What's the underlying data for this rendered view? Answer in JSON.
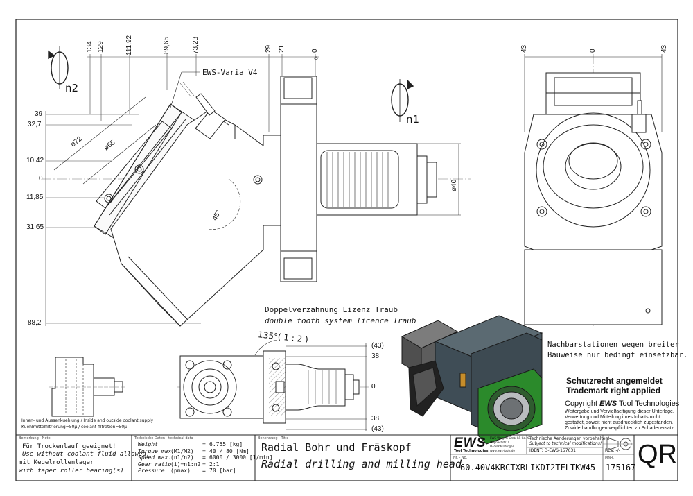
{
  "top_view": {
    "dims_top": [
      "134",
      "129",
      "111,92",
      "89,65",
      "73,23",
      "29",
      "21",
      "0"
    ],
    "dims_left": [
      "39",
      "32,7",
      "10,42",
      "0",
      "11,85",
      "31,65",
      "88,2"
    ],
    "rotation_n2": "n2",
    "rotation_n1": "n1",
    "varia_label": "EWS-Varia V4",
    "d72": "ø72",
    "d65": "ø65",
    "d40": "ø40",
    "angle": "45°",
    "licence_de": "Doppelverzahnung Lizenz Traub",
    "licence_en": "double tooth system licence Traub"
  },
  "side_view": {
    "dims_top": [
      "43",
      "0",
      "43"
    ]
  },
  "bottom_view": {
    "angle_scale": "135°( 1 : 2 )",
    "dims_right": [
      "(43)",
      "38",
      "0",
      "38",
      "(43)"
    ]
  },
  "coolant_caption": "Innen- und Aussenkuehlung / Inside and outside coolant supply",
  "filter_caption": "Kuehlmittelfiltrierung=50µ / coolant filtration=50µ",
  "notes_right": {
    "neighbour_de_1": "Nachbarstationen wegen breiter",
    "neighbour_de_2": "Bauweise nur bedingt einsetzbar.",
    "patent_de": "Schutzrecht angemeldet",
    "patent_en": "Trademark right applied",
    "copyright_prefix": "Copyright ",
    "copyright_brand": "EWS",
    "copyright_suffix": " Tool Technologies",
    "copyright_lines": [
      "Weitergabe und Vervielfaeltigung dieser Unterlage,",
      "Verwertung und Mitteilung ihres Inhalts nicht",
      "gestattet, soweit nicht ausdruecklich zugestanden.",
      "Zuwiderhandlungen verpflichten zu Schadenersatz."
    ]
  },
  "title_block": {
    "remark_label": "Bemerkung - Note",
    "remark_lines": [
      "Für Trockenlauf geeignet!",
      "Use without coolant fluid allowed!",
      "mit Kegelrollenlager",
      "with taper roller bearing(s)"
    ],
    "tech_label": "Technische Daten - technical data",
    "tech_rows": [
      {
        "name": "Weight",
        "sym": "",
        "value": "6.755 [kg]"
      },
      {
        "name": "Torque max.",
        "sym": "(M1/M2)",
        "value": "40 / 80 [Nm]"
      },
      {
        "name": "Speed max.",
        "sym": "(n1/n2)",
        "value": "6000 / 3000 [1/min]"
      },
      {
        "name": "Gear ratio",
        "sym": "(i)=n1:n2",
        "value": "2:1"
      },
      {
        "name": "Pressure",
        "sym": "(pmax)",
        "value": "70 [bar]"
      }
    ],
    "title_label": "Benennung - Title",
    "title_de": "Radial Bohr und Fräskopf",
    "title_en": "Radial drilling and milling head",
    "logo": "EWS",
    "logo_sub": "Tool Technologies",
    "company_lines": [
      "EWS Weigele GmbH & Co. KG",
      "Maybachstr. 1",
      "D-73066 Uhingen",
      "www.ews-tools.de"
    ],
    "change_de": "Technische Aenderungen vorbehalten!",
    "change_en": "Subject to technical modifications!",
    "ident": "IDENT:  D-EWS-157631",
    "rev": "REV:  -/-",
    "nr_label": "Nr. - No.",
    "part_no": "60.40V4KRCTXRLIKDI2TFLTKW45",
    "mnr_label": "MNR.",
    "mnr": "175167",
    "qr": "QR"
  }
}
